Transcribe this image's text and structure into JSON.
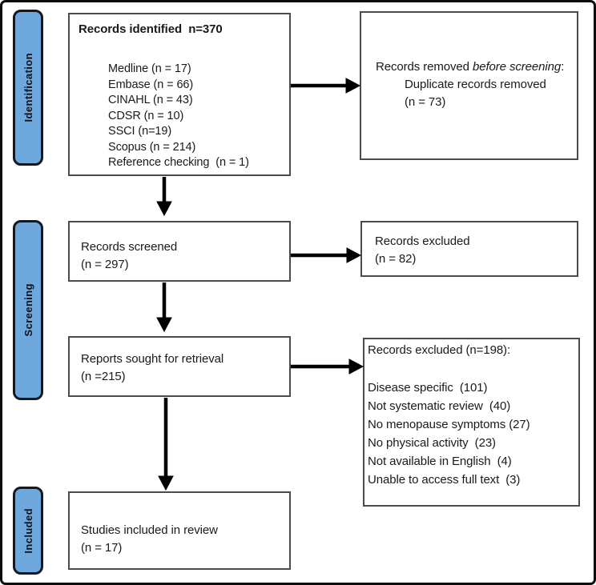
{
  "colors": {
    "label_fill": "#6fa8dc",
    "label_border": "#14181f",
    "label_text": "#0d1117",
    "box_border": "#4a4a4a",
    "arrow": "#000000"
  },
  "stages": [
    "Identification",
    "Screening",
    "Included"
  ],
  "boxes": {
    "identified": {
      "title": "Records identified  n=370",
      "sources": [
        "Medline (n = 17)",
        "Embase (n = 66)",
        "CINAHL (n = 43)",
        "CDSR (n = 10)",
        "SSCI (n=19)",
        "Scopus (n = 214)",
        "Reference checking  (n = 1)"
      ]
    },
    "removed_before": {
      "line1_normal": "Records removed ",
      "line1_italic": "before screening",
      "line1_suffix": ":",
      "detail": "Duplicate records removed",
      "count": "(n = 73)"
    },
    "screened": {
      "line1": "Records screened",
      "line2": "(n = 297)"
    },
    "excluded_screening": {
      "line1": "Records excluded",
      "line2": "(n = 82)"
    },
    "sought": {
      "line1": "Reports sought for retrieval",
      "line2": "(n =215)"
    },
    "excluded_retrieval": {
      "title": "Records excluded (n=198):",
      "reasons": [
        "Disease specific  (101)",
        "Not systematic review  (40)",
        "No menopause symptoms (27)",
        "No physical activity  (23)",
        "Not available in English  (4)",
        "Unable to access full text  (3)"
      ]
    },
    "included": {
      "line1": "Studies included in review",
      "line2": "(n = 17)"
    }
  }
}
